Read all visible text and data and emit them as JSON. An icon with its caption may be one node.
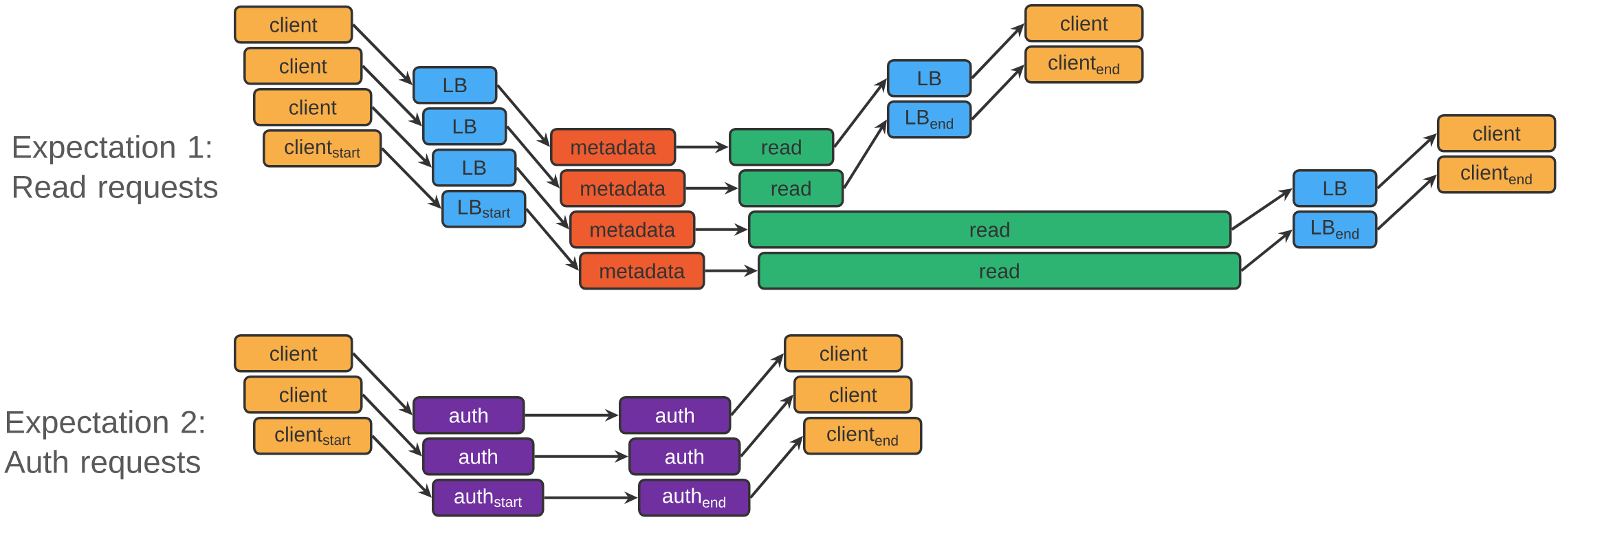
{
  "diagram": {
    "nodes": [
      {
        "text": [
          "client"
        ]
      },
      {
        "text": [
          "client"
        ]
      },
      {
        "text": [
          "client"
        ]
      },
      {
        "text": [
          "client$_{start}$"
        ]
      },
      {
        "text": [
          "LB"
        ]
      },
      {
        "text": [
          "LB"
        ]
      },
      {
        "text": [
          "LB"
        ]
      },
      {
        "text": [
          "LB$_{start}$"
        ]
      },
      {
        "text": [
          "metadata"
        ]
      },
      {
        "text": [
          "metadata"
        ]
      },
      {
        "text": [
          "metadata"
        ]
      },
      {
        "text": [
          "metadata"
        ]
      },
      {
        "text": [
          "read"
        ]
      },
      {
        "text": [
          "read"
        ]
      },
      {
        "text": [
          "read"
        ]
      },
      {
        "text": [
          "read"
        ]
      },
      {
        "text": [
          "LB"
        ]
      },
      {
        "text": [
          "LB$_{end}$"
        ]
      },
      {
        "text": [
          "client"
        ]
      },
      {
        "text": [
          "client$_{end}$"
        ]
      },
      {
        "text": [
          "LB"
        ]
      },
      {
        "text": [
          "LB$_{end}$"
        ]
      },
      {
        "text": [
          "client"
        ]
      },
      {
        "text": [
          "client$_{end}$"
        ]
      },
      {
        "text": [
          "client"
        ]
      },
      {
        "text": [
          "client"
        ]
      },
      {
        "text": [
          "client$_{start}$"
        ]
      },
      {
        "text": [
          "auth"
        ]
      },
      {
        "text": [
          "auth"
        ]
      },
      {
        "text": [
          "auth$_{start}$"
        ]
      },
      {
        "text": [
          "auth"
        ]
      },
      {
        "text": [
          "auth"
        ]
      },
      {
        "text": [
          "auth$_{end}$"
        ]
      },
      {
        "text": [
          "client"
        ]
      },
      {
        "text": [
          "client"
        ]
      },
      {
        "text": [
          "client$_{end}$"
        ]
      }
    ],
    "edges": [
      {
        "from": 0,
        "to": 4,
        "arrow": "to"
      },
      {
        "from": 4,
        "to": 8,
        "arrow": "to"
      },
      {
        "from": 8,
        "to": 12,
        "arrow": "to"
      },
      {
        "from": 12,
        "to": 16,
        "arrow": "to"
      },
      {
        "from": 16,
        "to": 18,
        "arrow": "to"
      },
      {
        "from": 1,
        "to": 5,
        "arrow": "to"
      },
      {
        "from": 5,
        "to": 9,
        "arrow": "to"
      },
      {
        "from": 9,
        "to": 13,
        "arrow": "to"
      },
      {
        "from": 13,
        "to": 17,
        "arrow": "to"
      },
      {
        "from": 17,
        "to": 19,
        "arrow": "to"
      },
      {
        "from": 2,
        "to": 6,
        "arrow": "to"
      },
      {
        "from": 6,
        "to": 10,
        "arrow": "to"
      },
      {
        "from": 10,
        "to": 14,
        "arrow": "to"
      },
      {
        "from": 14,
        "to": 20,
        "arrow": "to"
      },
      {
        "from": 20,
        "to": 22,
        "arrow": "to"
      },
      {
        "from": 3,
        "to": 7,
        "arrow": "to"
      },
      {
        "from": 7,
        "to": 11,
        "arrow": "to"
      },
      {
        "from": 11,
        "to": 15,
        "arrow": "to"
      },
      {
        "from": 15,
        "to": 21,
        "arrow": "to"
      },
      {
        "from": 21,
        "to": 23,
        "arrow": "to"
      },
      {
        "from": 24,
        "to": 27,
        "arrow": "to"
      },
      {
        "from": 27,
        "to": 30,
        "arrow": "to"
      },
      {
        "from": 30,
        "to": 33,
        "arrow": "to"
      },
      {
        "from": 25,
        "to": 28,
        "arrow": "to"
      },
      {
        "from": 28,
        "to": 31,
        "arrow": "to"
      },
      {
        "from": 31,
        "to": 34,
        "arrow": "to"
      },
      {
        "from": 26,
        "to": 29,
        "arrow": "to"
      },
      {
        "from": 29,
        "to": 32,
        "arrow": "to"
      },
      {
        "from": 32,
        "to": 35,
        "arrow": "to"
      }
    ],
    "labels": [
      "Expectation 1: Read requests",
      "Expectation 2: Auth requests"
    ]
  }
}
